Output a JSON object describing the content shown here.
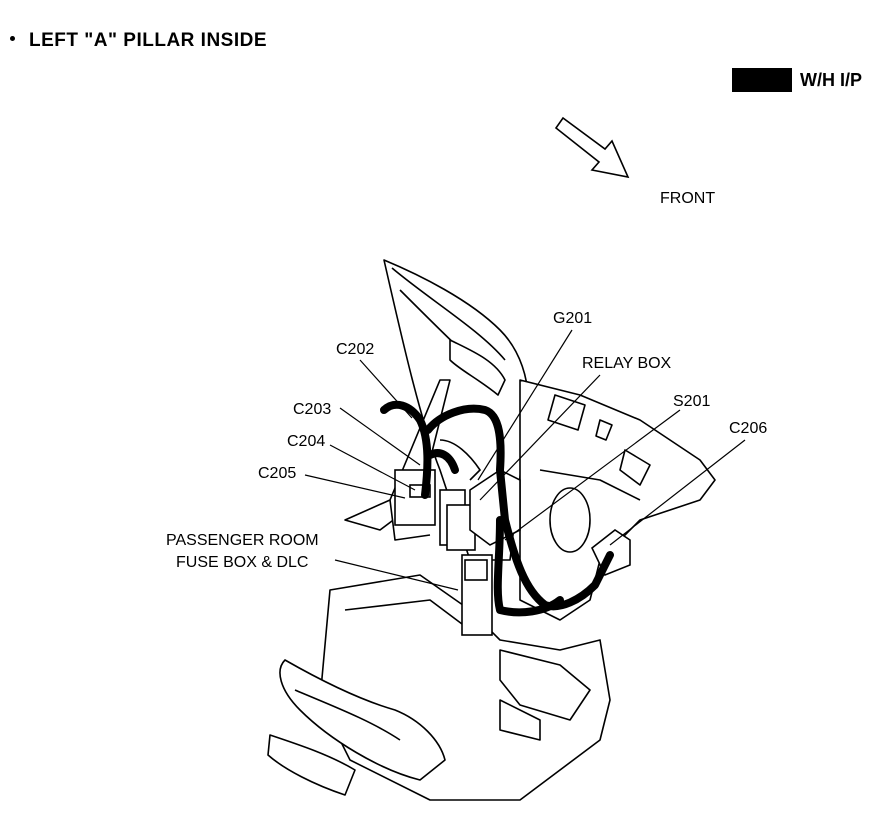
{
  "title": "LEFT \"A\" PILLAR INSIDE",
  "legend": {
    "swatch_color": "#000000",
    "label": "W/H I/P"
  },
  "direction": {
    "label": "FRONT",
    "icon": "arrow-icon"
  },
  "labels": {
    "c202": "C202",
    "c203": "C203",
    "c204": "C204",
    "c205": "C205",
    "g201": "G201",
    "relay_box": "RELAY BOX",
    "s201": "S201",
    "c206": "C206",
    "fuse_box_line1": "PASSENGER ROOM",
    "fuse_box_line2": "FUSE BOX & DLC"
  }
}
